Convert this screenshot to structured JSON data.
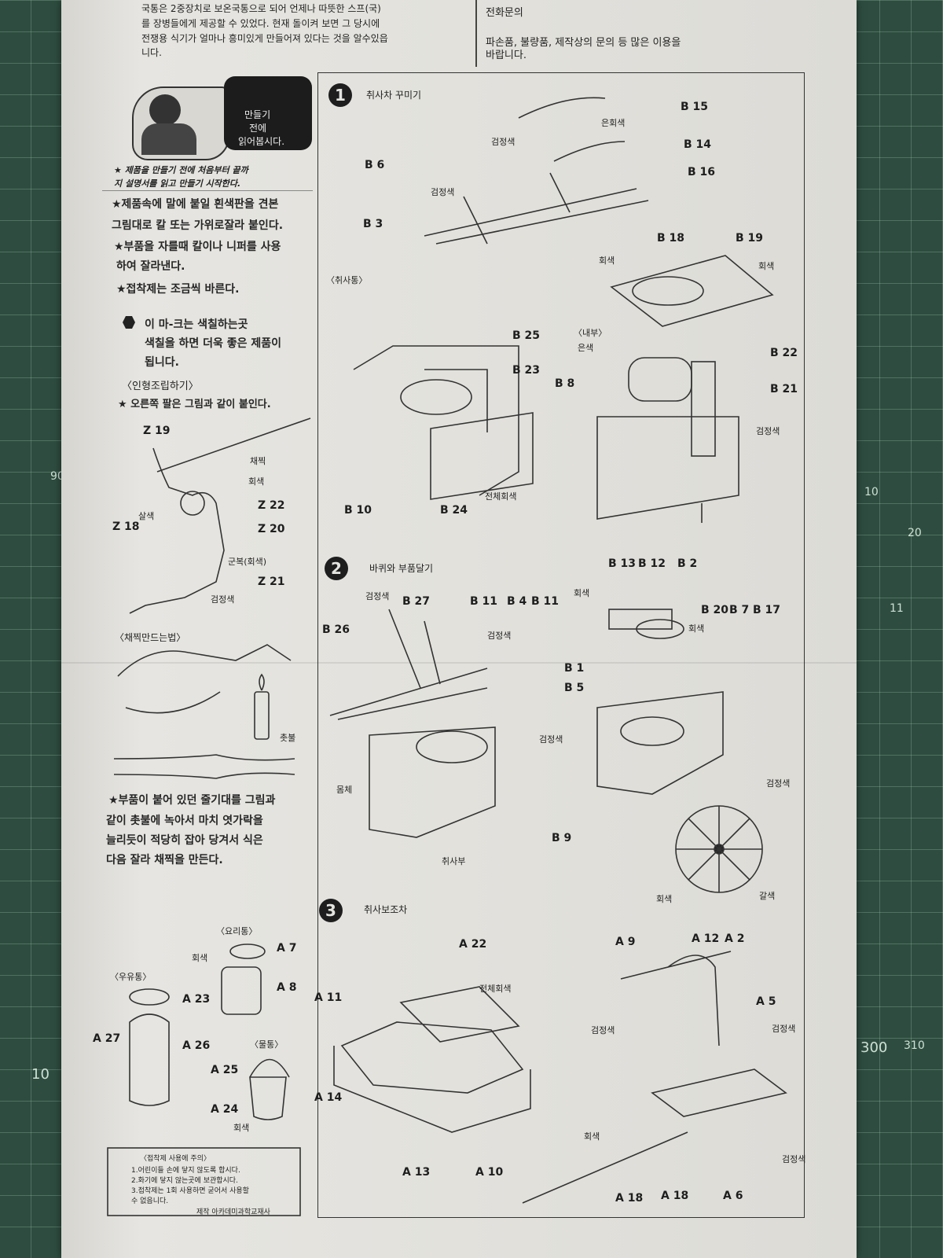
{
  "header": {
    "left_lines": [
      "국통은 2중장치로 보온국통으로 되어 언제나 따뜻한 스프(국)",
      "를 장병들에게 제공할 수 있었다. 현재 돌이켜 보면 그 당시에",
      "전쟁용 식기가 얼마나 흥미있게 만들어져 있다는 것을 알수있읍",
      "니다."
    ],
    "right_lines": [
      "전화문의",
      "파손품, 불량품, 제작상의 문의 등 많은 이용을",
      "바랍니다."
    ]
  },
  "left": {
    "bubble": [
      "만들기",
      "전에",
      "읽어봅시다."
    ],
    "caption": [
      "★ 제품을 만들기 전에 처음부터 끝까",
      "지 설명서를 읽고 만들기 시작한다."
    ],
    "bullets": [
      "★제품속에 말에 붙일 흰색판을 견본",
      "그림대로 칼 또는 가위로잘라 붙인다.",
      "★부품을 자를때 칼이나 니퍼를 사용",
      "하여 잘라낸다.",
      "★접착제는 조금씩 바른다."
    ],
    "mark": [
      "이 마-크는 색칠하는곳",
      "색칠을 하면 더욱 좋은 제품이",
      "됩니다."
    ],
    "figure_heading": "〈인형조립하기〉",
    "figure_note": "★ 오른쪽 팔은 그림과 같이 붙인다.",
    "figure_labels": [
      "Z 19",
      "채찍",
      "회색",
      "살색",
      "Z 22",
      "Z 18",
      "Z 20",
      "군복(회색)",
      "Z 21",
      "검정색"
    ],
    "whip_heading": "〈채찍만드는법〉",
    "candle": "촛불",
    "whip_text": [
      "★부품이 붙어 있던 줄기대를 그림과",
      "같이 촛불에 녹아서 마치  엿가락을",
      "늘리듯이 적당히 잡아 당겨서 식은",
      "다음 잘라 채찍을 만든다."
    ],
    "acc_labels": [
      "〈요리통〉",
      "회색",
      "A 7",
      "〈우유통〉",
      "A 8",
      "A 23",
      "A 26",
      "A 27",
      "〈물통〉",
      "A 25",
      "A 24",
      "회색"
    ],
    "notice": [
      "〈접착제 사용에 주의〉",
      "1.어린이들 손에 닿지 않도록 합시다.",
      "2.화기에 닿지 않는곳에 보관합시다.",
      "3.접착제는 1회 사용하면 굳어서 사용할",
      "  수 없읍니다.",
      "제작 아카데미과학교재사"
    ]
  },
  "step1": {
    "num": "1",
    "title": "취사차 꾸미기",
    "labels": [
      "B 15",
      "은회색",
      "검정색",
      "B 14",
      "B 6",
      "B 16",
      "검정색",
      "B 3",
      "B 18",
      "B 19",
      "회색",
      "회색",
      "〈취사통〉",
      "B 25",
      "〈내부〉",
      "은색",
      "B 22",
      "B 23",
      "B 8",
      "B 21",
      "검정색",
      "전체회색",
      "B 10",
      "B 24"
    ]
  },
  "step2": {
    "num": "2",
    "title": "바퀴와 부품달기",
    "labels": [
      "B 13",
      "B 12",
      "B 2",
      "회색",
      "검정색",
      "B 27",
      "B 11",
      "B 4",
      "B 11",
      "B 26",
      "B 20",
      "B 7",
      "B 17",
      "회색",
      "검정색",
      "B 1",
      "B 5",
      "검정색",
      "검정색",
      "몸체",
      "B 9",
      "취사부",
      "회색",
      "갈색"
    ]
  },
  "step3": {
    "num": "3",
    "title": "취사보조차",
    "labels": [
      "A 9",
      "A 12",
      "A 2",
      "A 22",
      "전체회색",
      "A 11",
      "A 5",
      "검정색",
      "검정색",
      "A 14",
      "회색",
      "검정색",
      "A 13",
      "A 10",
      "A 18",
      "A 18",
      "A 6"
    ]
  },
  "mat_numbers": [
    "90",
    "10",
    "20",
    "11",
    "300",
    "310",
    "10"
  ]
}
